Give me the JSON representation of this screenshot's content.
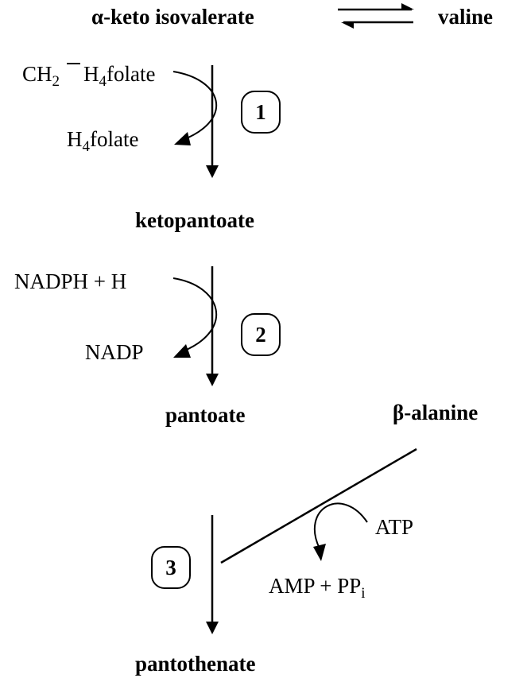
{
  "compounds": {
    "alpha_keto_isovalerate": "α-keto isovalerate",
    "valine": "valine",
    "ketopantoate": "ketopantoate",
    "pantoate": "pantoate",
    "beta_alanine": "β-alanine",
    "pantothenate": "pantothenate"
  },
  "cofactors": {
    "methylene_prefix": "CH",
    "methylene_sub": "2",
    "methylene_suffix": "H",
    "methylene_sub2": "4",
    "methylene_folate": "folate",
    "h4_prefix": "H",
    "h4_sub": "4",
    "h4_folate": "folate",
    "nadph": "NADPH + H",
    "nadp": "NADP",
    "atp": "ATP",
    "amp_pp": "AMP + PP",
    "amp_pp_sub": "i"
  },
  "steps": [
    "1",
    "2",
    "3"
  ]
}
